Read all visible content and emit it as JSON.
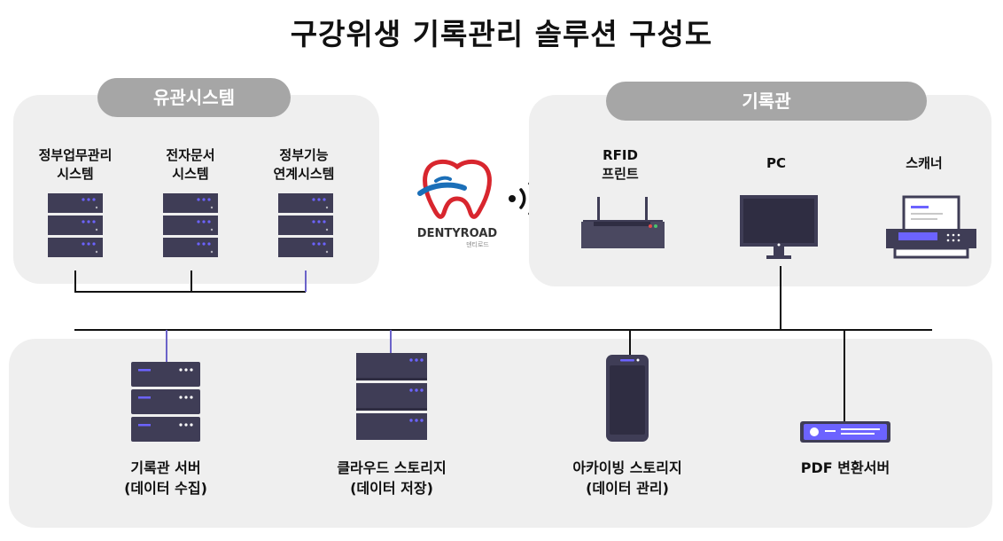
{
  "title": "구강위생 기록관리 솔루션 구성도",
  "related_systems": {
    "header": "유관시스템",
    "items": [
      {
        "line1": "정부업무관리",
        "line2": "시스템"
      },
      {
        "line1": "전자문서",
        "line2": "시스템"
      },
      {
        "line1": "정부기능",
        "line2": "연계시스템"
      }
    ]
  },
  "records_office": {
    "header": "기록관",
    "items": [
      {
        "line1": "RFID",
        "line2": "프린트"
      },
      {
        "line1": "PC",
        "line2": ""
      },
      {
        "line1": "스캐너",
        "line2": ""
      }
    ]
  },
  "logo": {
    "name": "DENTYROAD",
    "sub": "덴티로드"
  },
  "bottom": {
    "items": [
      {
        "line1": "기록관 서버",
        "line2": "(데이터 수집)"
      },
      {
        "line1": "클라우드 스토리지",
        "line2": "(데이터 저장)"
      },
      {
        "line1": "아카이빙 스토리지",
        "line2": "(데이터 관리)"
      },
      {
        "line1": "PDF 변환서버",
        "line2": ""
      }
    ]
  },
  "colors": {
    "panel": "#efefef",
    "pill": "#a6a6a6",
    "server_dark": "#3f3d56",
    "accent": "#6c63ff",
    "logo_red": "#d8262e",
    "logo_blue": "#1b6fb8"
  }
}
